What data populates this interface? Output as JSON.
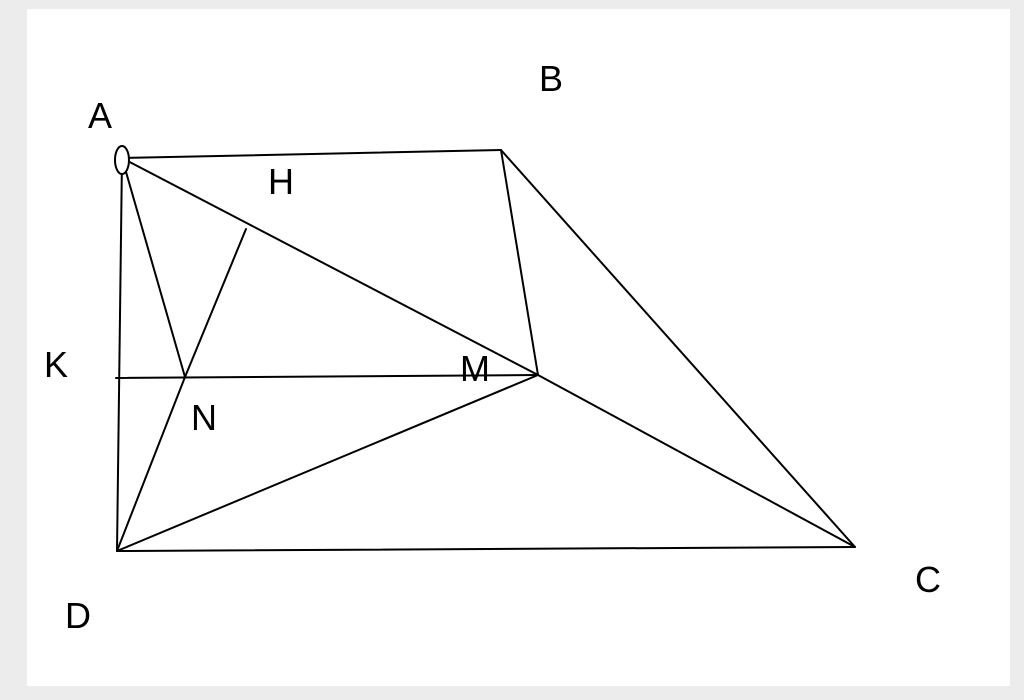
{
  "diagram": {
    "points": [
      {
        "id": "A",
        "label": "A"
      },
      {
        "id": "B",
        "label": "B"
      },
      {
        "id": "C",
        "label": "C"
      },
      {
        "id": "D",
        "label": "D"
      },
      {
        "id": "H",
        "label": "H"
      },
      {
        "id": "K",
        "label": "K"
      },
      {
        "id": "M",
        "label": "M"
      },
      {
        "id": "N",
        "label": "N"
      }
    ],
    "segments": [
      [
        "A",
        "B"
      ],
      [
        "B",
        "C"
      ],
      [
        "C",
        "D"
      ],
      [
        "D",
        "A"
      ],
      [
        "A",
        "M"
      ],
      [
        "M",
        "C"
      ],
      [
        "B",
        "M"
      ],
      [
        "D",
        "M"
      ],
      [
        "K",
        "M"
      ],
      [
        "A",
        "N"
      ],
      [
        "D",
        "N"
      ],
      [
        "N",
        "H"
      ]
    ]
  }
}
